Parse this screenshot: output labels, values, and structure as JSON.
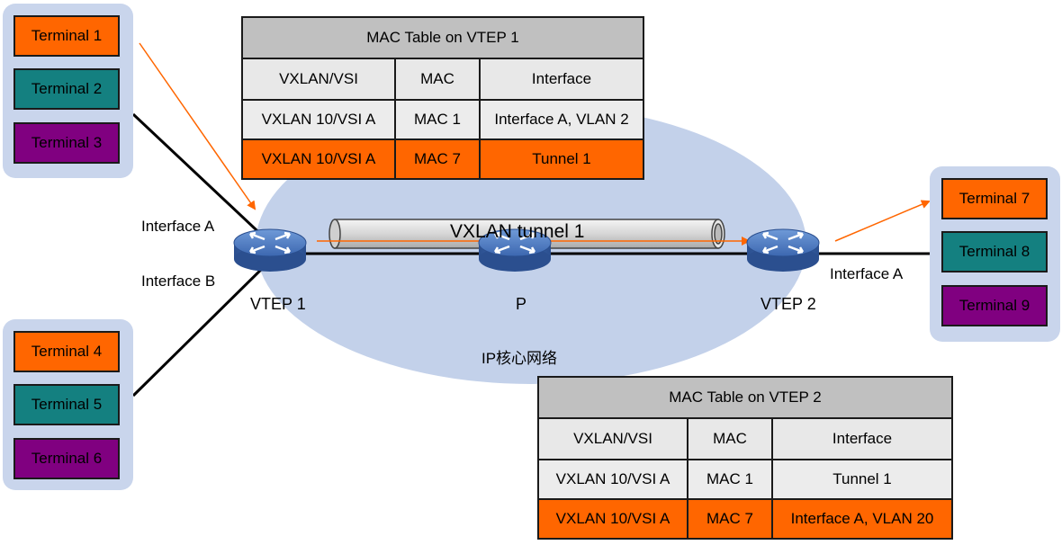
{
  "groups": {
    "left_top": [
      "Terminal 1",
      "Terminal 2",
      "Terminal 3"
    ],
    "left_bottom": [
      "Terminal 4",
      "Terminal 5",
      "Terminal 6"
    ],
    "right": [
      "Terminal 7",
      "Terminal 8",
      "Terminal 9"
    ]
  },
  "devices": {
    "vtep1": "VTEP 1",
    "p": "P",
    "vtep2": "VTEP 2"
  },
  "interfaces": {
    "vtep1_a": "Interface A",
    "vtep1_b": "Interface B",
    "vtep2_a": "Interface A"
  },
  "tunnel_label": "VXLAN tunnel 1",
  "network_label": "IP核心网络",
  "table1": {
    "title": "MAC Table on VTEP 1",
    "headers": [
      "VXLAN/VSI",
      "MAC",
      "Interface"
    ],
    "rows": [
      [
        "VXLAN 10/VSI A",
        "MAC 1",
        "Interface A, VLAN 2"
      ],
      [
        "VXLAN 10/VSI A",
        "MAC 7",
        "Tunnel 1"
      ]
    ]
  },
  "table2": {
    "title": "MAC Table on VTEP 2",
    "headers": [
      "VXLAN/VSI",
      "MAC",
      "Interface"
    ],
    "rows": [
      [
        "VXLAN 10/VSI A",
        "MAC 1",
        "Tunnel 1"
      ],
      [
        "VXLAN 10/VSI A",
        "MAC 7",
        "Interface A, VLAN 20"
      ]
    ]
  },
  "colors": {
    "orange": "#ff6600",
    "teal": "#148080",
    "purple": "#800080",
    "cloud": "#c3d1ea",
    "router": "#4a78c0"
  }
}
